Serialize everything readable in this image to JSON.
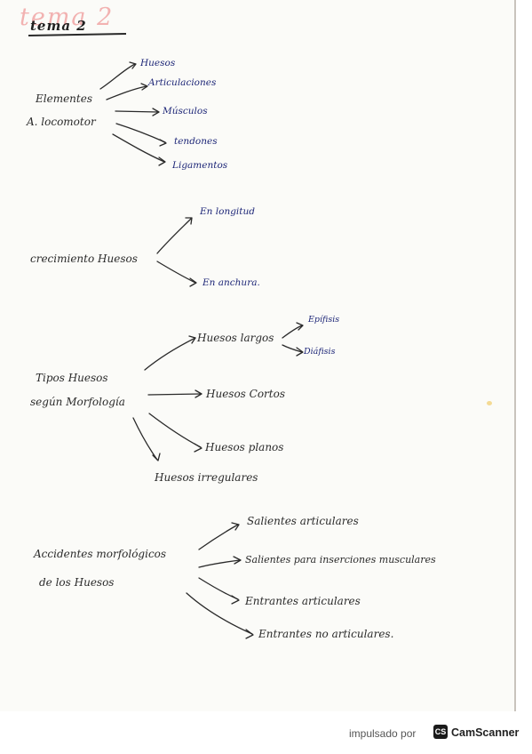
{
  "title": "tema 2",
  "sections": [
    {
      "source_lines": [
        "Elementes",
        "A. locomotor"
      ],
      "targets": [
        "Huesos",
        "Articulaciones",
        "Músculos",
        "tendones",
        "Ligamentos"
      ]
    },
    {
      "source_lines": [
        "crecimiento   Huesos"
      ],
      "targets": [
        "En longitud",
        "En anchura."
      ]
    },
    {
      "source_lines": [
        "Tipos   Huesos",
        "según   Morfología"
      ],
      "targets": [
        "Huesos   largos",
        "Huesos   Cortos",
        "Huesos   planos",
        "Huesos   irregulares"
      ],
      "subtargets": [
        "Epífisis",
        "Diáfisis"
      ]
    },
    {
      "source_lines": [
        "Accidentes   morfológicos",
        "de   los   Huesos"
      ],
      "targets": [
        "Salientes   articulares",
        "Salientes   para   inserciones   musculares",
        "Entrantes   articulares",
        "Entrantes   no   articulares."
      ]
    }
  ],
  "footer": {
    "powered_by": "impulsado por",
    "logo_text": "CS",
    "brand": "CamScanner"
  },
  "colors": {
    "ink_black": "#2a2a2a",
    "ink_blue": "#1d2677",
    "title_pink": "#ef9a9a"
  }
}
